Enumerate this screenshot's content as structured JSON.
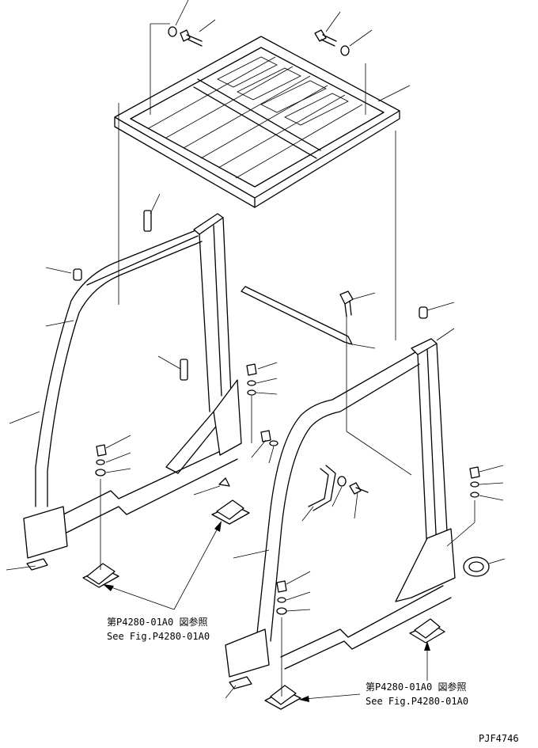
{
  "references": [
    {
      "jp": "第P4280-01A0 図参照",
      "en": "See Fig.P4280-01A0"
    },
    {
      "jp": "第P4280-01A0 図参照",
      "en": "See Fig.P4280-01A0"
    }
  ],
  "drawing_id": "PJF4746",
  "colors": {
    "line": "#000000",
    "background": "#ffffff"
  }
}
